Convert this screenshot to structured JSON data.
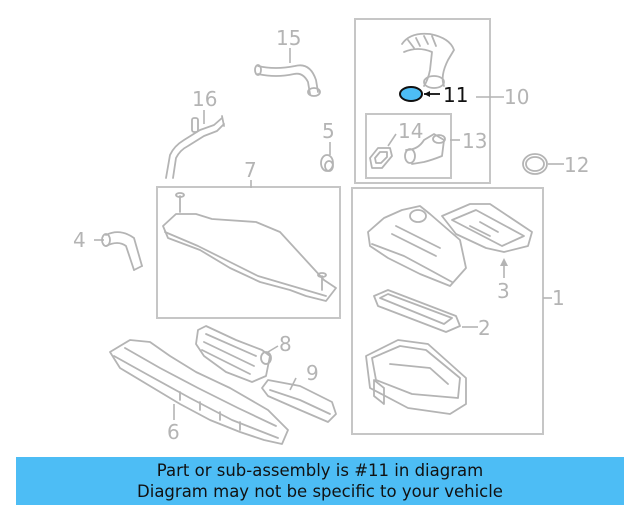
{
  "callouts": {
    "c1": "1",
    "c2": "2",
    "c3": "3",
    "c4": "4",
    "c5": "5",
    "c6": "6",
    "c7": "7",
    "c8": "8",
    "c9": "9",
    "c10": "10",
    "c11": "11",
    "c12": "12",
    "c13": "13",
    "c14": "14",
    "c15": "15",
    "c16": "16"
  },
  "highlight": {
    "part_number": "11",
    "color": "#4dbdf5"
  },
  "colors": {
    "line": "#b4b4b4",
    "banner_bg": "#4dbdf5",
    "text_dark": "#111111"
  },
  "banner": {
    "line1": "Part or sub-assembly is #11 in diagram",
    "line2": "Diagram may not be specific to your vehicle"
  }
}
